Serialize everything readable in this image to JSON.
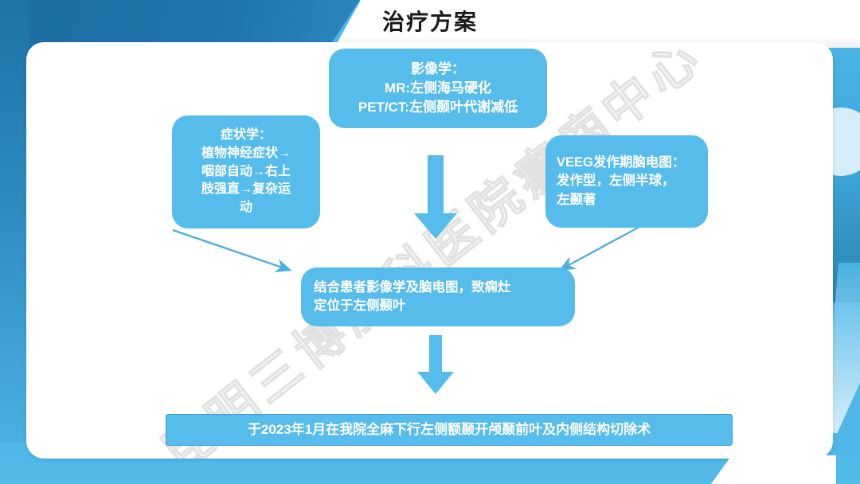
{
  "slide": {
    "title": "治疗方案",
    "watermark": "昆明三博脑科医院癫痫中心"
  },
  "colors": {
    "box_fill": "#55bcec",
    "frame_dark_blue": "#1e72a8",
    "frame_light_blue": "#4fb8e8",
    "arrow_blue": "#4fb0de",
    "text_white": "#ffffff",
    "title_text": "#1a1a1a",
    "circle_pale": "#d6ecf8"
  },
  "flow": {
    "imaging": {
      "header": "影像学：",
      "lines": [
        "MR:左侧海马硬化",
        "PET/CT:左侧颞叶代谢减低"
      ]
    },
    "symptom": {
      "header": "症状学：",
      "lines": [
        "植物神经症状→",
        "咽部自动→右上",
        "肢强直→复杂运",
        "动"
      ]
    },
    "veeg": {
      "header": "VEEG发作期脑电图：",
      "lines": [
        "发作型，左侧半球，",
        "左颞著"
      ]
    },
    "synthesis": {
      "lines": [
        "结合患者影像学及脑电图，致痫灶",
        "定位于左侧颞叶"
      ]
    },
    "conclusion": {
      "text": "于2023年1月在我院全麻下行左侧额颞开颅颞前叶及内侧结构切除术"
    }
  },
  "arrows": {
    "symptom_to_synthesis": "thin-diagonal-arrow-down-right",
    "imaging_to_synthesis": "block-arrow-down",
    "veeg_to_synthesis": "thin-diagonal-arrow-down-left",
    "synthesis_to_conclusion": "block-arrow-down"
  }
}
